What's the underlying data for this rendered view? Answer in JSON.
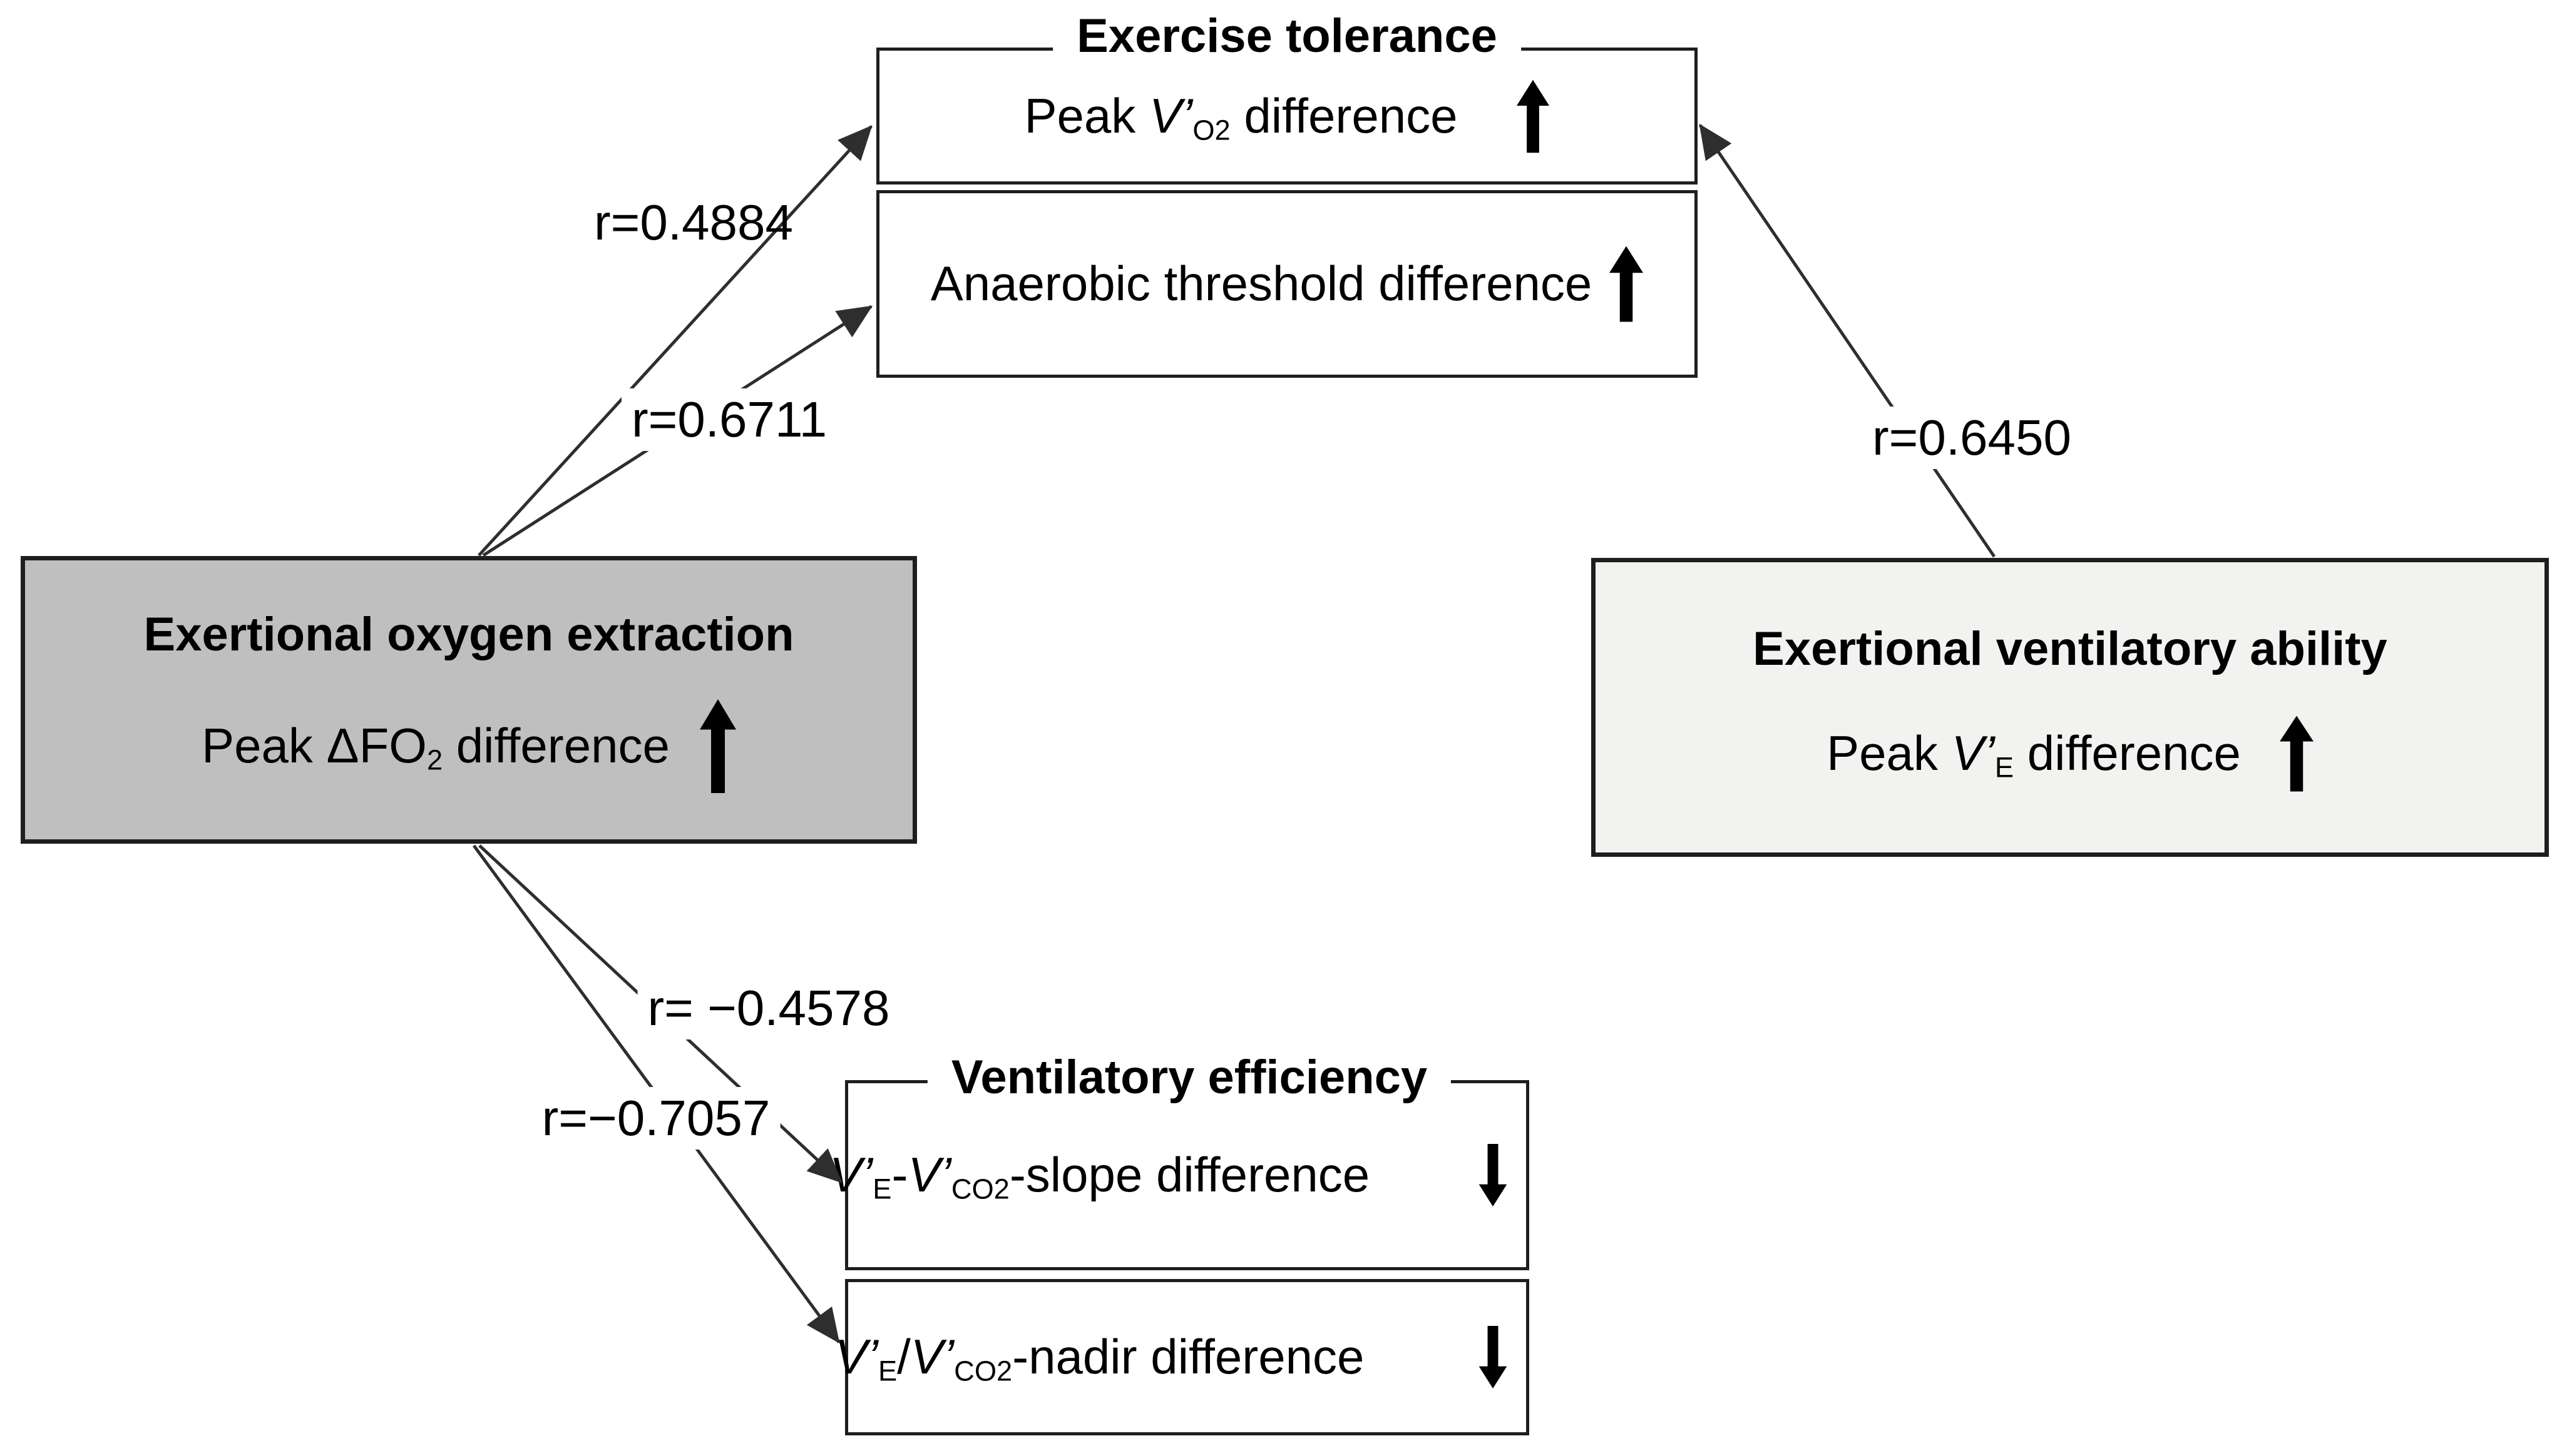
{
  "figure": {
    "type": "correlation-diagram",
    "background": "#ffffff",
    "colors": {
      "line": "#2e2e2e",
      "border": "#1e1e1e",
      "text": "#000000",
      "box_dark_fill": "#bfbfbf",
      "box_light_fill": "#f2f2f0",
      "label_background": "#ffffff"
    },
    "icons": {
      "up": "thick-up-arrow",
      "down": "thick-down-arrow"
    },
    "groups": {
      "exercise_tolerance": {
        "title": "Exercise tolerance"
      },
      "ventilatory_efficiency": {
        "title": "Ventilatory efficiency"
      }
    },
    "boxes": {
      "oxygen_extraction": {
        "title": "Exertional oxygen extraction",
        "fill": "#bfbfbf",
        "indicator": "up",
        "text_plain": "Peak ΔFO2 difference",
        "text": [
          {
            "t": "Peak ΔFO"
          },
          {
            "t": "2",
            "sub": 1
          },
          {
            "t": " difference"
          }
        ]
      },
      "ventilatory_ability": {
        "title": "Exertional ventilatory ability",
        "fill": "#f2f2f0",
        "indicator": "up",
        "text_plain": "Peak V’E difference",
        "text": [
          {
            "t": "Peak "
          },
          {
            "t": "V’",
            "i": 1
          },
          {
            "t": "E",
            "sub": 1
          },
          {
            "t": " difference"
          }
        ]
      },
      "peak_vo2": {
        "group": "exercise_tolerance",
        "indicator": "up",
        "text_plain": "Peak V’O2 difference",
        "text": [
          {
            "t": "Peak "
          },
          {
            "t": "V’",
            "i": 1
          },
          {
            "t": "O2",
            "sub": 1
          },
          {
            "t": " difference"
          }
        ]
      },
      "anaerobic_threshold": {
        "group": "exercise_tolerance",
        "indicator": "up",
        "text_plain": "Anaerobic threshold difference",
        "text": [
          {
            "t": "Anaerobic threshold difference"
          }
        ]
      },
      "slope": {
        "group": "ventilatory_efficiency",
        "indicator": "down",
        "text_plain": "V’E-V’CO2-slope difference",
        "text": [
          {
            "t": "V’",
            "i": 1
          },
          {
            "t": "E",
            "sub": 1
          },
          {
            "t": "-"
          },
          {
            "t": "V’",
            "i": 1
          },
          {
            "t": "CO2",
            "sub": 1
          },
          {
            "t": "-slope difference"
          }
        ]
      },
      "nadir": {
        "group": "ventilatory_efficiency",
        "indicator": "down",
        "text_plain": "V’E/V’CO2-nadir difference",
        "text": [
          {
            "t": "V’",
            "i": 1
          },
          {
            "t": "E",
            "sub": 1
          },
          {
            "t": "/"
          },
          {
            "t": "V’",
            "i": 1
          },
          {
            "t": "CO2",
            "sub": 1
          },
          {
            "t": "-nadir difference"
          }
        ]
      }
    },
    "correlations": {
      "r1": {
        "label": "r=0.4884",
        "from": "oxygen_extraction",
        "to": "peak_vo2"
      },
      "r2": {
        "label": "r=0.6711",
        "from": "oxygen_extraction",
        "to": "anaerobic_threshold"
      },
      "r3": {
        "label": "r=0.6450",
        "from": "ventilatory_ability",
        "to": "peak_vo2"
      },
      "r4": {
        "label": "r= −0.4578",
        "from": "oxygen_extraction",
        "to": "slope"
      },
      "r5": {
        "label": "r=−0.7057",
        "from": "oxygen_extraction",
        "to": "nadir"
      }
    }
  }
}
